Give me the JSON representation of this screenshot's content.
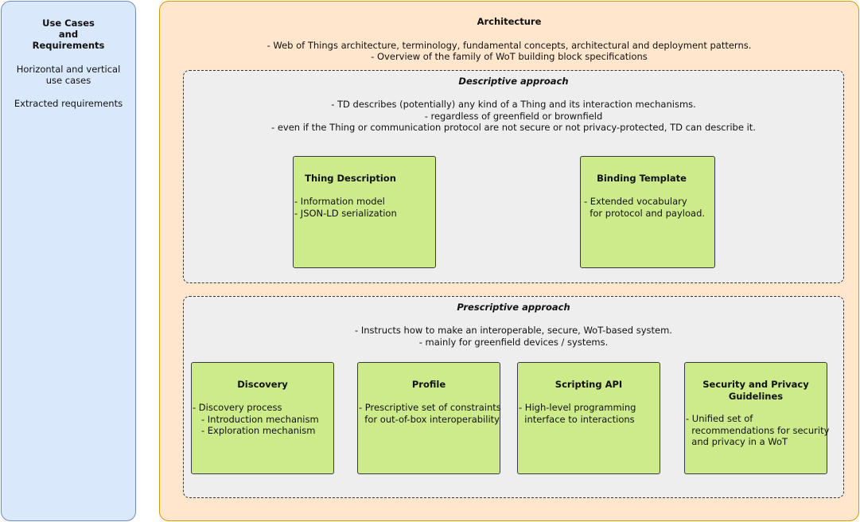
{
  "use_cases": {
    "title_lines": [
      "Use Cases",
      "and",
      "Requirements"
    ],
    "items": [
      "Horizontal and vertical",
      "use cases",
      "Extracted requirements"
    ]
  },
  "architecture": {
    "title": "Architecture",
    "desc_lines": [
      "- Web of Things architecture, terminology, fundamental concepts, architectural and deployment patterns.",
      "- Overview of the family of WoT building block specifications"
    ]
  },
  "descriptive": {
    "title": "Descriptive approach",
    "desc_lines": [
      "- TD describes (potentially) any kind of a Thing and its interaction mechanisms.",
      "- regardless of greenfield or brownfield",
      "- even if the Thing or communication protocol are not secure or not privacy-protected, TD can describe it."
    ],
    "blocks": [
      {
        "title": "Thing Description",
        "lines": [
          "- Information model",
          "- JSON-LD serialization"
        ]
      },
      {
        "title": "Binding Template",
        "lines": [
          "- Extended vocabulary",
          "  for protocol and payload."
        ]
      }
    ]
  },
  "prescriptive": {
    "title": "Prescriptive approach",
    "desc_lines": [
      "- Instructs how to make an interoperable, secure, WoT-based system.",
      "- mainly for greenfield devices / systems."
    ],
    "blocks": [
      {
        "title": "Discovery",
        "lines": [
          "- Discovery process",
          "   - Introduction mechanism",
          "   - Exploration mechanism"
        ]
      },
      {
        "title": "Profile",
        "lines": [
          "- Prescriptive set of constraints",
          "  for out-of-box interoperability"
        ]
      },
      {
        "title": "Scripting API",
        "lines": [
          "- High-level programming",
          "  interface to interactions"
        ]
      },
      {
        "title": "Security and Privacy Guidelines",
        "lines": [
          "- Unified set of",
          "  recommendations for security",
          "  and privacy in a WoT"
        ]
      }
    ]
  },
  "colors": {
    "use_cases_fill": "#dae8fc",
    "architecture_fill": "#ffe6cc",
    "approach_fill": "#eeeeee",
    "block_fill": "#cdeb8b"
  }
}
